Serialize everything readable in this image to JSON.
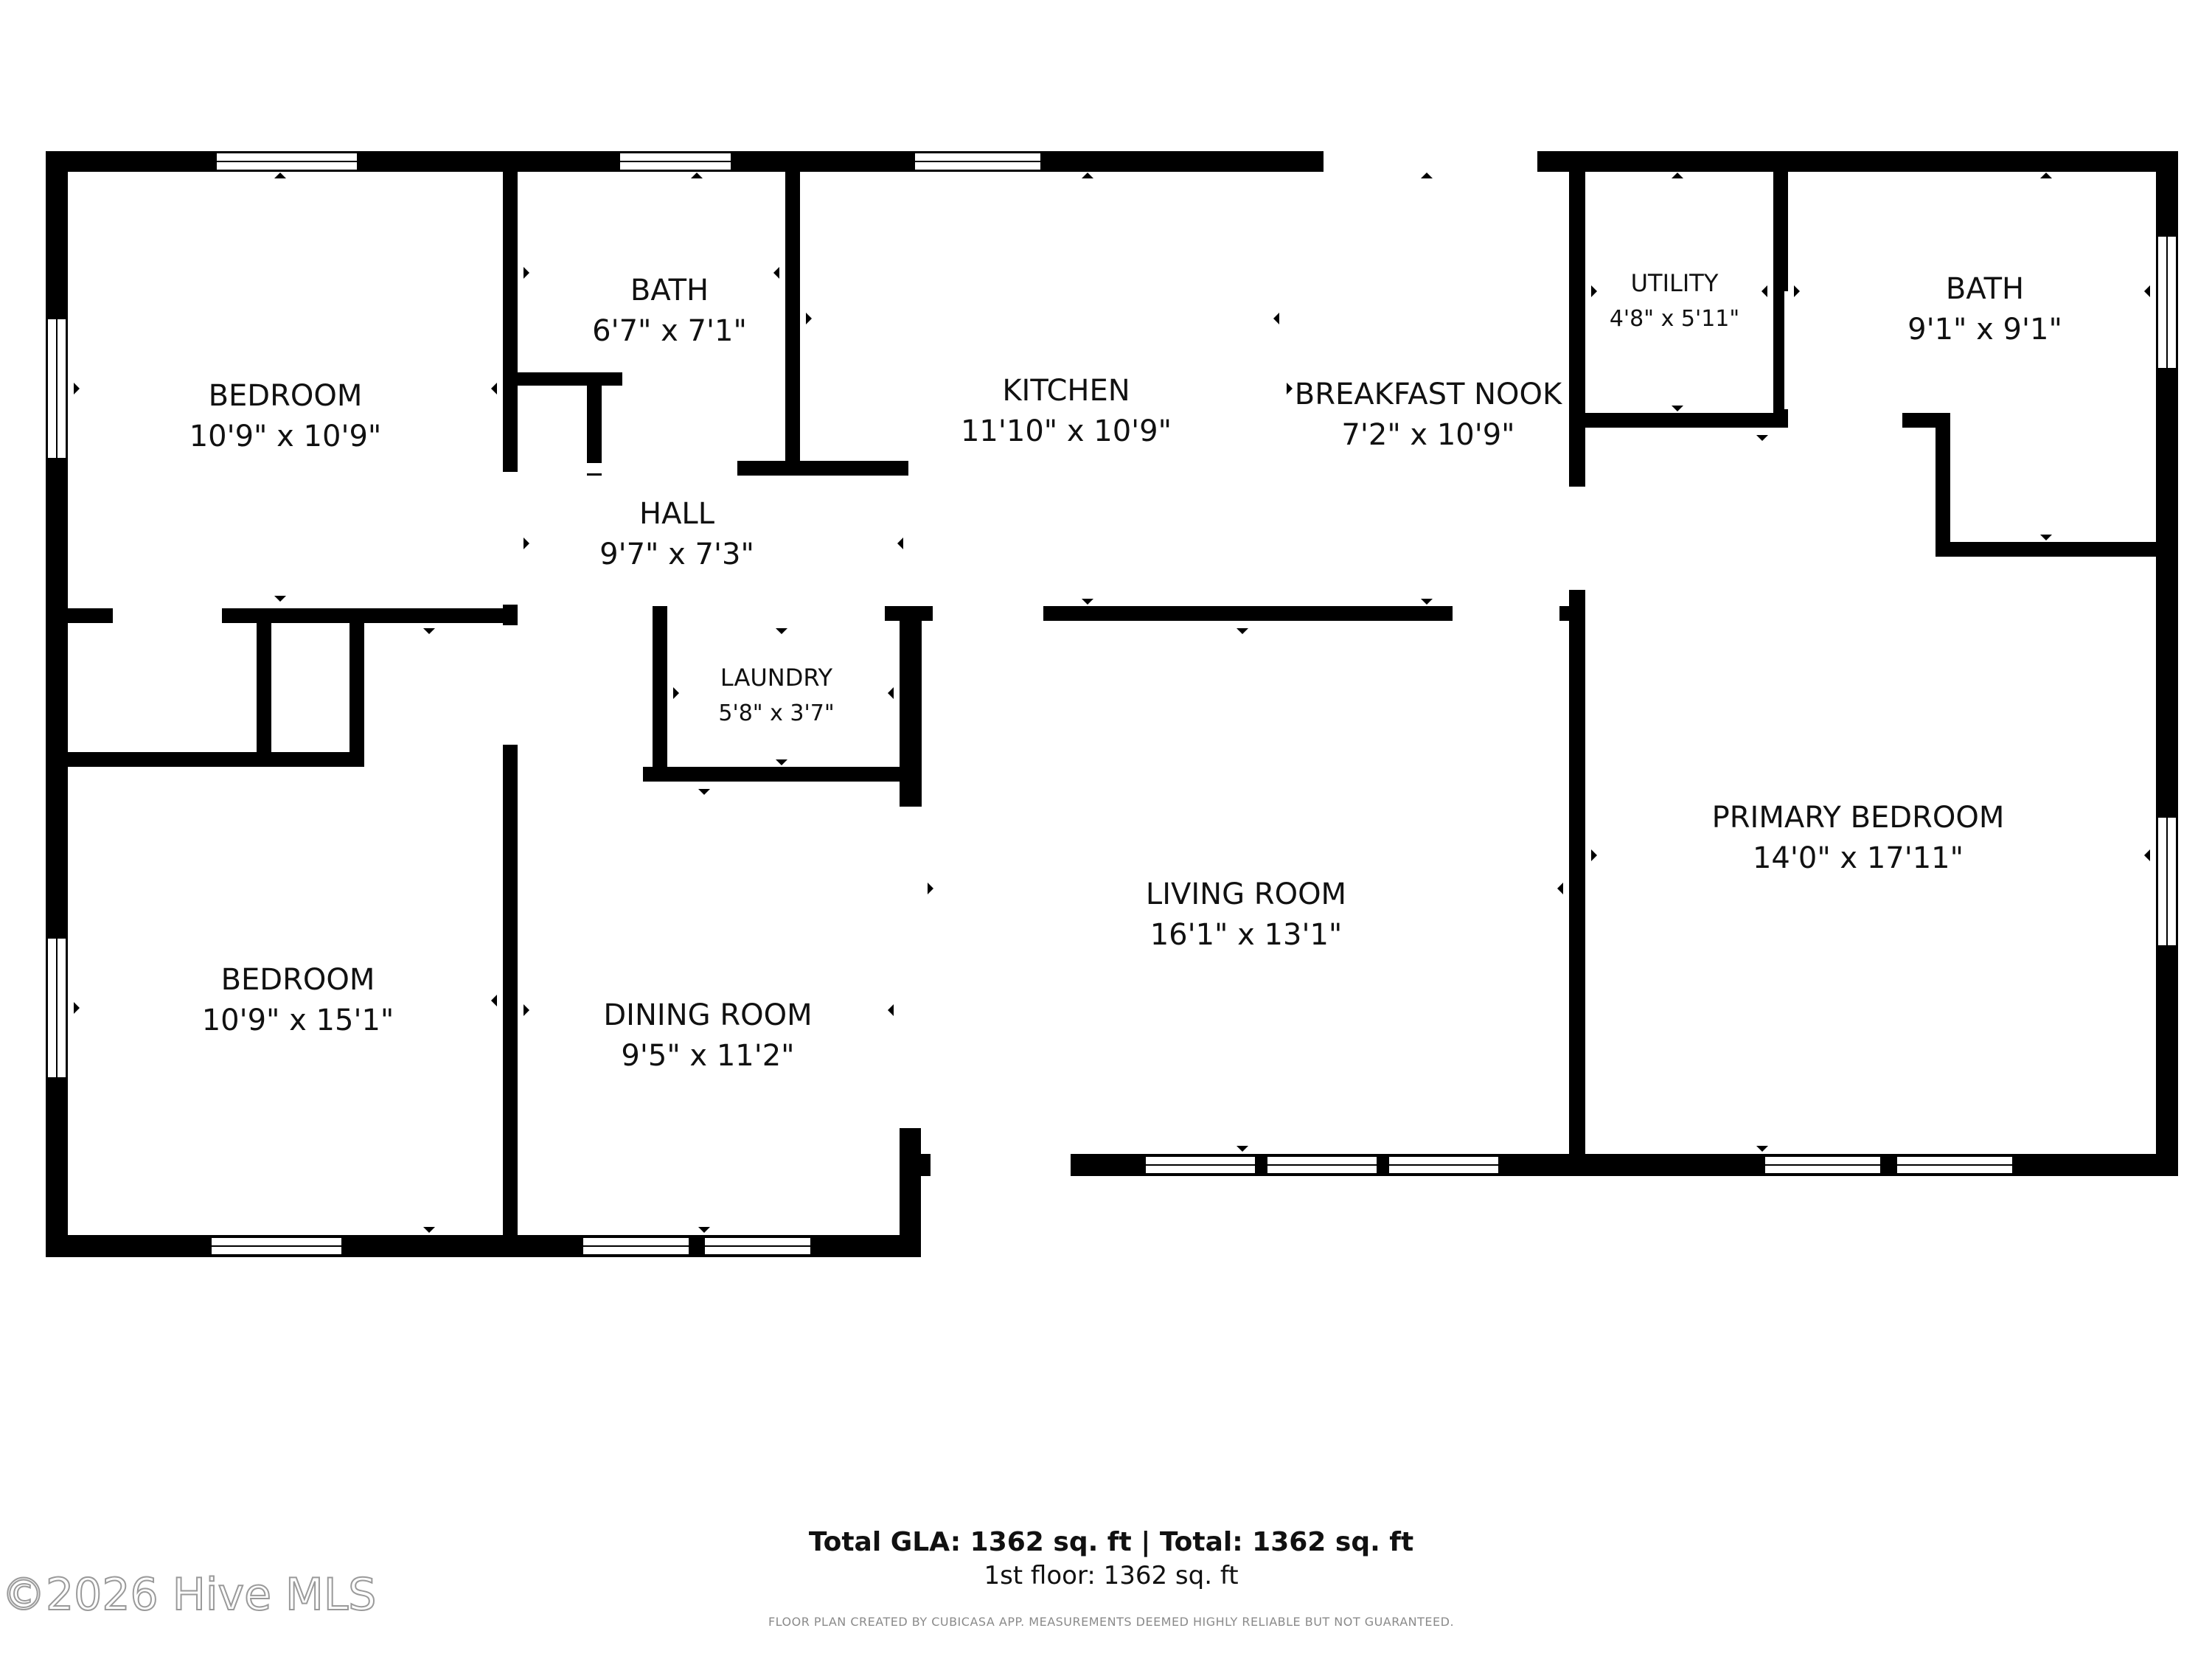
{
  "plan": {
    "rooms": [
      {
        "id": "bedroom-1",
        "name": "BEDROOM",
        "dims": "10'9\" x 10'9\""
      },
      {
        "id": "bath-1",
        "name": "BATH",
        "dims": "6'7\" x 7'1\""
      },
      {
        "id": "kitchen",
        "name": "KITCHEN",
        "dims": "11'10\" x 10'9\""
      },
      {
        "id": "breakfast-nook",
        "name": "BREAKFAST NOOK",
        "dims": "7'2\" x 10'9\""
      },
      {
        "id": "utility",
        "name": "UTILITY",
        "dims": "4'8\" x 5'11\""
      },
      {
        "id": "bath-2",
        "name": "BATH",
        "dims": "9'1\" x 9'1\""
      },
      {
        "id": "hall",
        "name": "HALL",
        "dims": "9'7\" x 7'3\""
      },
      {
        "id": "laundry",
        "name": "LAUNDRY",
        "dims": "5'8\" x 3'7\""
      },
      {
        "id": "bedroom-2",
        "name": "BEDROOM",
        "dims": "10'9\" x 15'1\""
      },
      {
        "id": "dining-room",
        "name": "DINING ROOM",
        "dims": "9'5\" x 11'2\""
      },
      {
        "id": "living-room",
        "name": "LIVING ROOM",
        "dims": "16'1\" x 13'1\""
      },
      {
        "id": "primary-bedroom",
        "name": "PRIMARY BEDROOM",
        "dims": "14'0\" x 17'11\""
      }
    ]
  },
  "footer": {
    "total": "Total GLA: 1362 sq. ft | Total: 1362 sq. ft",
    "floor": "1st floor: 1362 sq. ft",
    "disclaimer": "FLOOR PLAN CREATED BY CUBICASA APP. MEASUREMENTS DEEMED HIGHLY RELIABLE BUT NOT GUARANTEED."
  },
  "watermark": "©2026 Hive MLS",
  "colors": {
    "wall": "#000000",
    "background": "#ffffff"
  }
}
